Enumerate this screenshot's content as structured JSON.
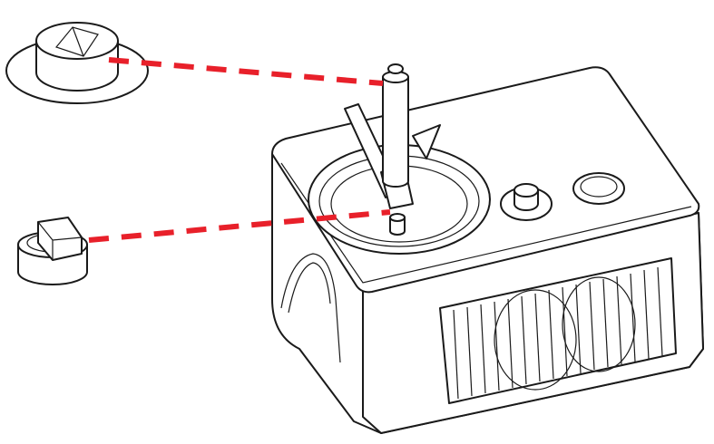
{
  "colors": {
    "line": "#1a1a1a",
    "leader_dash": "#e8202a",
    "background": "#ffffff"
  },
  "parts": [
    "cap-part",
    "drive-adapter-part",
    "ice-cream-machine"
  ]
}
